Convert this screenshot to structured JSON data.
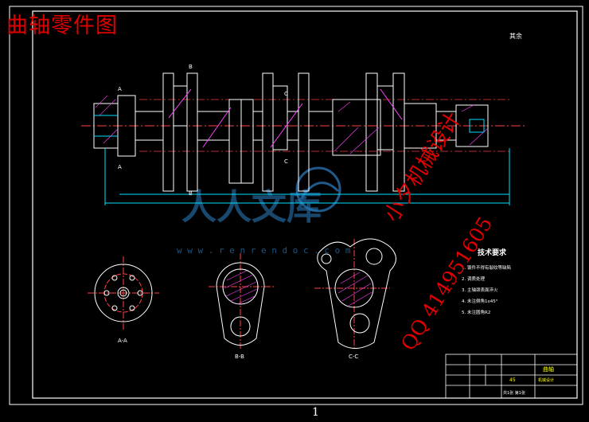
{
  "header": {
    "title": "曲轴零件图"
  },
  "drawing": {
    "roughness_note": "其余",
    "section_labels": {
      "a": "A-A",
      "b": "B-B",
      "c": "C-C"
    },
    "cut_markers": {
      "a": "A",
      "b": "B",
      "c": "C"
    },
    "tech_requirements": {
      "heading": "技术要求",
      "items": [
        "1. 锻件不得有裂纹等缺陷",
        "2. 调质处理",
        "3. 主轴颈表面淬火",
        "4. 未注倒角1x45°",
        "5. 未注圆角R2"
      ]
    },
    "title_block": {
      "part_name": "曲轴",
      "material": "45",
      "school": "机械设计",
      "sheet": "共1张 第1张"
    }
  },
  "watermark": {
    "brand_cn": "人人文库",
    "brand_url": "w w w . r e n r e n d o c . c o m",
    "seller": "小夕机械设计",
    "qq": "QQ 414951605"
  },
  "footer": {
    "page_number": "1"
  },
  "colors": {
    "background": "#000000",
    "outline": "#ffffff",
    "centerline": "#ff4040",
    "dimension": "#00e0ff",
    "hatch": "#ff40ff",
    "title_red": "#e00000",
    "annotation_yellow": "#ffff00",
    "watermark_blue": "#2a78b8"
  }
}
